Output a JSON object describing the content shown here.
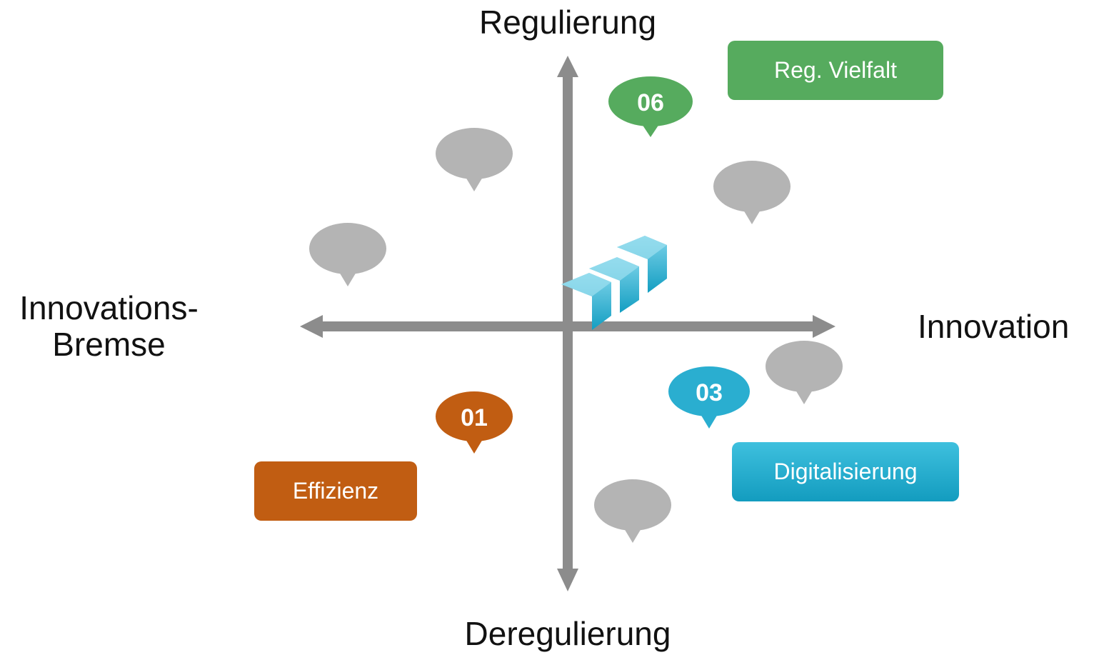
{
  "axes": {
    "top": "Regulierung",
    "bottom": "Deregulierung",
    "right": "Innovation",
    "left_line1": "Innovations-",
    "left_line2": "Bremse"
  },
  "tags": {
    "green": "Reg. Vielfalt",
    "orange": "Effizienz",
    "blue": "Digitalisierung"
  },
  "bubbles": {
    "green": "06",
    "orange": "01",
    "blue": "03"
  },
  "colors": {
    "green": "#56ab5e",
    "orange": "#c15d12",
    "blue": "#1fa8cc",
    "grey_bubble": "#b4b4b4",
    "axis": "#8c8c8c"
  },
  "icons": [
    "speech-bubble-icon",
    "chevron-arrows-icon",
    "double-headed-arrow-icon"
  ]
}
